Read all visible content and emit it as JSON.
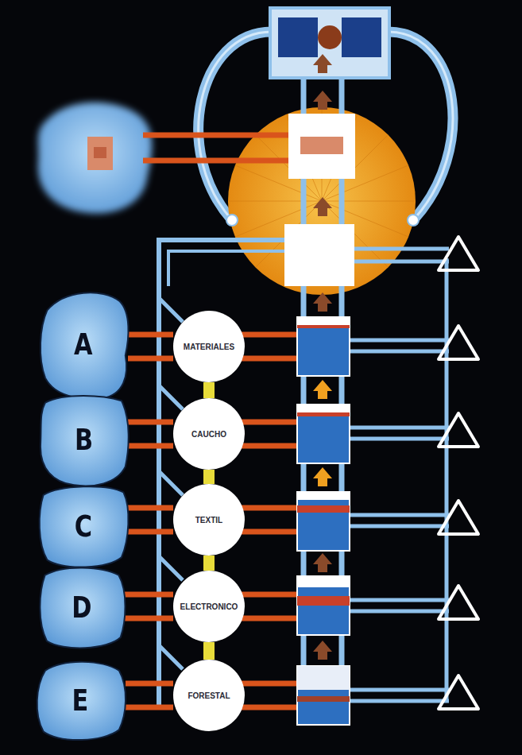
{
  "diagram": {
    "nodes": [
      {
        "text": [
          "A"
        ]
      },
      {
        "text": [
          "B"
        ]
      },
      {
        "text": [
          "C"
        ]
      },
      {
        "text": [
          "D"
        ]
      },
      {
        "text": [
          "E"
        ]
      },
      {
        "text": [
          "MATERIALES"
        ]
      },
      {
        "text": [
          "CAUCHO"
        ]
      },
      {
        "text": [
          "TEXTIL"
        ]
      },
      {
        "text": [
          "ELECTRONICO"
        ]
      },
      {
        "text": [
          "FORESTAL"
        ]
      }
    ],
    "edges": [
      {
        "from": 0,
        "to": 5,
        "arrow": "none"
      },
      {
        "from": 1,
        "to": 6,
        "arrow": "none"
      },
      {
        "from": 2,
        "to": 7,
        "arrow": "none"
      },
      {
        "from": 3,
        "to": 8,
        "arrow": "none"
      },
      {
        "from": 4,
        "to": 9,
        "arrow": "none"
      },
      {
        "from": 5,
        "to": 6,
        "arrow": "none"
      },
      {
        "from": 6,
        "to": 7,
        "arrow": "none"
      },
      {
        "from": 7,
        "to": 8,
        "arrow": "none"
      },
      {
        "from": 8,
        "to": 9,
        "arrow": "none"
      }
    ]
  }
}
